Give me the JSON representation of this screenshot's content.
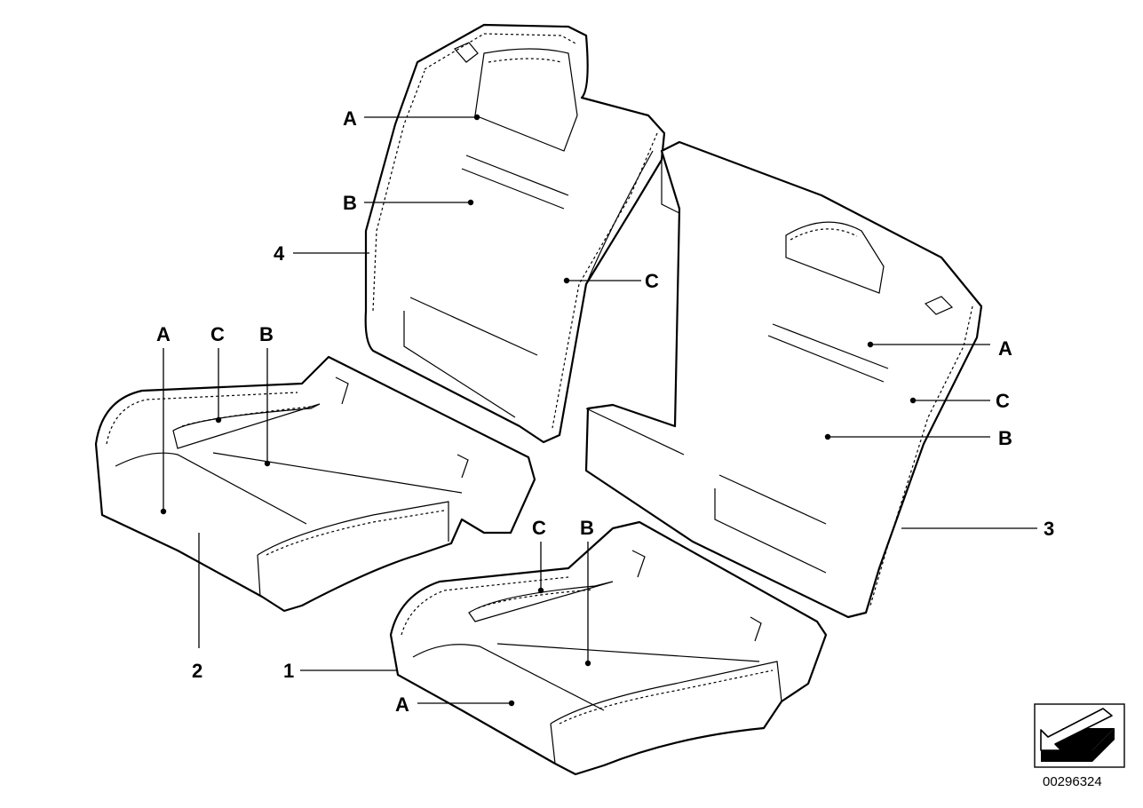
{
  "diagram": {
    "image_code": "00296324",
    "labels": {
      "seat_back_left": {
        "number": "4",
        "A": "A",
        "B": "B",
        "C": "C"
      },
      "seat_cushion_left": {
        "number": "2",
        "A": "A",
        "B": "B",
        "C": "C"
      },
      "seat_back_right": {
        "number": "3",
        "A": "A",
        "B": "B",
        "C": "C"
      },
      "seat_cushion_right": {
        "number": "1",
        "A": "A",
        "B": "B",
        "C": "C"
      }
    },
    "colors": {
      "ink": "#000000",
      "paper": "#ffffff"
    },
    "icons": [
      "direction-arrow-icon"
    ]
  }
}
